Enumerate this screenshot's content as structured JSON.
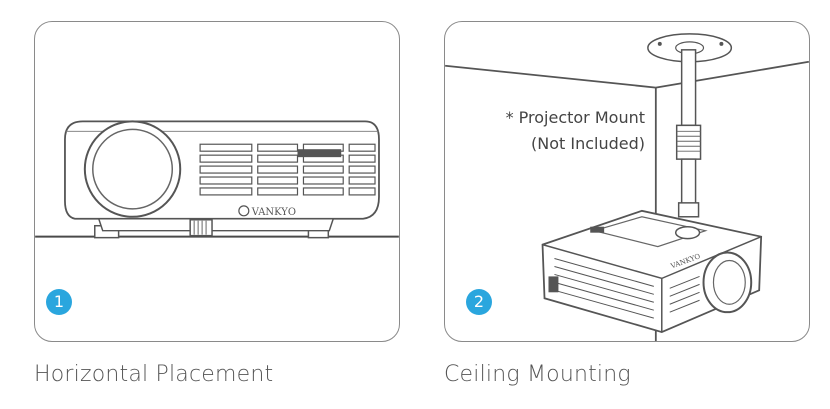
{
  "panels": [
    {
      "number": "1",
      "caption": "Horizontal Placement",
      "brand": "VANKYO"
    },
    {
      "number": "2",
      "caption": "Ceiling Mounting",
      "note_line_1": "* Projector Mount",
      "note_line_2": "(Not Included)",
      "brand": "VANKYO"
    }
  ],
  "colors": {
    "badge": "#2aa6de",
    "outline": "#8a8a8a",
    "caption": "#555555"
  },
  "icons": [
    "projector-illustration",
    "ceiling-mount-illustration"
  ]
}
